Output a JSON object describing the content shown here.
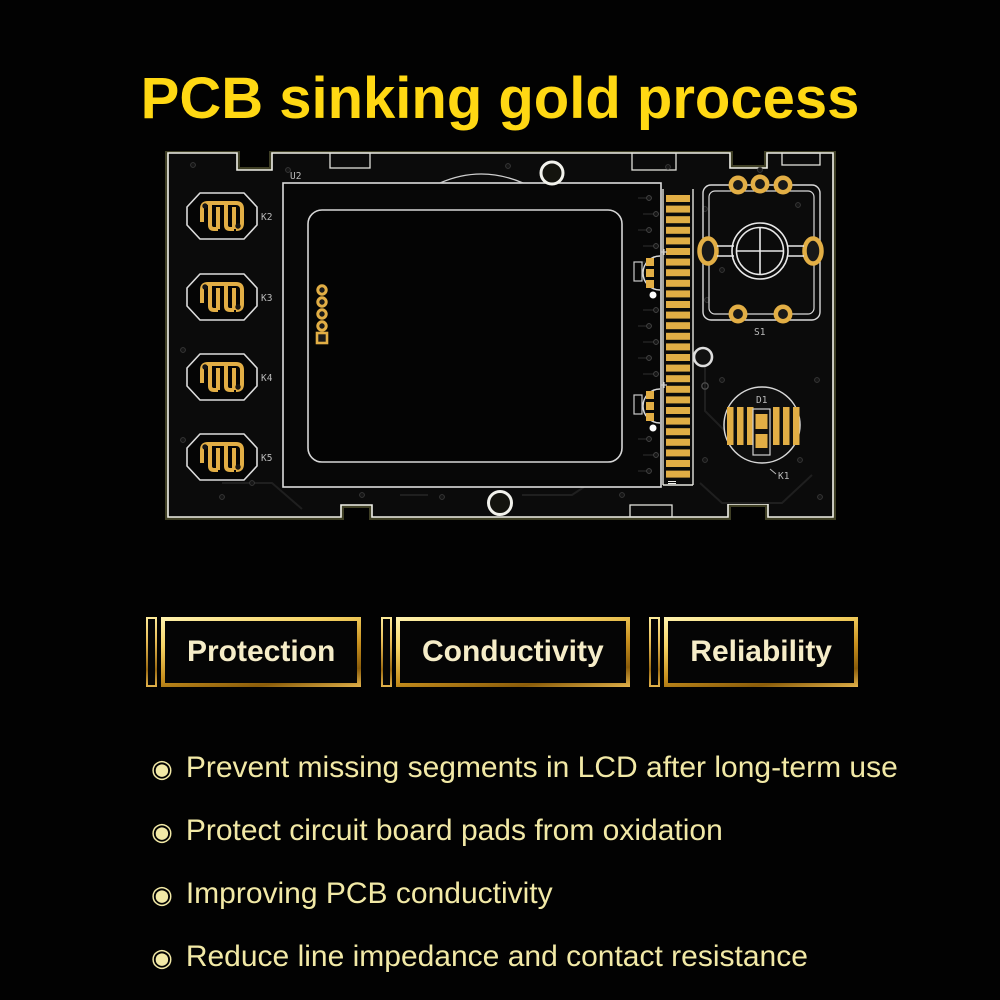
{
  "title": "PCB sinking gold process",
  "colors": {
    "title_yellow": "#ffd813",
    "pad_gold": "#e2ae45",
    "board_line": "#ededE6",
    "silkscreen": "#b9b9b9",
    "badge_text": "#f6edc8",
    "bullet_text": "#f2e9a6",
    "background": "#020202"
  },
  "pcb": {
    "labels": {
      "u2": "U2",
      "k2": "K2",
      "k3": "K3",
      "k4": "K4",
      "k5": "K5",
      "s1": "S1",
      "d1": "D1",
      "k1": "K1"
    }
  },
  "badges": [
    {
      "label": "Protection"
    },
    {
      "label": "Conductivity"
    },
    {
      "label": "Reliability"
    }
  ],
  "features": {
    "bullet_glyph": "◉",
    "items": [
      {
        "text": "Prevent missing segments in LCD after long-term use"
      },
      {
        "text": "Protect circuit board pads from oxidation"
      },
      {
        "text": "Improving PCB conductivity"
      },
      {
        "text": "Reduce line impedance and contact resistance"
      }
    ]
  }
}
